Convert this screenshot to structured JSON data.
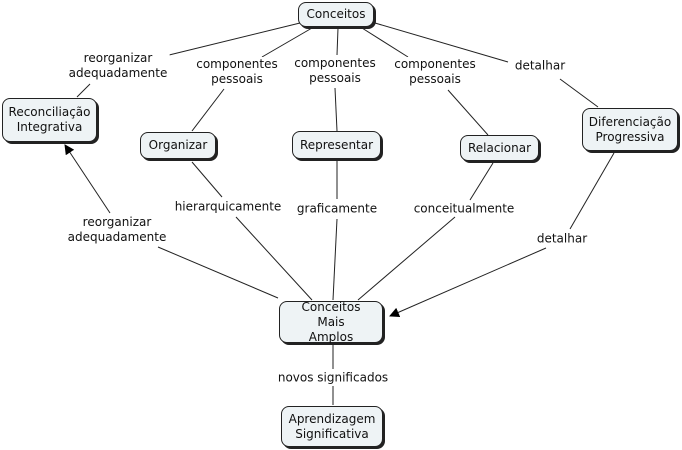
{
  "nodes": {
    "conceitos": "Conceitos",
    "reconciliacao": "Reconciliação\nIntegrativa",
    "organizar": "Organizar",
    "representar": "Representar",
    "relacionar": "Relacionar",
    "diferenciacao": "Diferenciação\nProgressiva",
    "conceitos_amplos": "Conceitos Mais\nAmplos",
    "aprendizagem": "Aprendizagem\nSignificativa"
  },
  "links": {
    "l1": "reorganizar\nadequadamente",
    "l2": "componentes\npessoais",
    "l3": "componentes\npessoais",
    "l4": "componentes\npessoais",
    "l5": "detalhar",
    "l6": "hierarquicamente",
    "l7": "graficamente",
    "l8": "conceitualmente",
    "l9": "reorganizar\nadequadamente",
    "l10": "detalhar",
    "l11": "novos significados"
  }
}
